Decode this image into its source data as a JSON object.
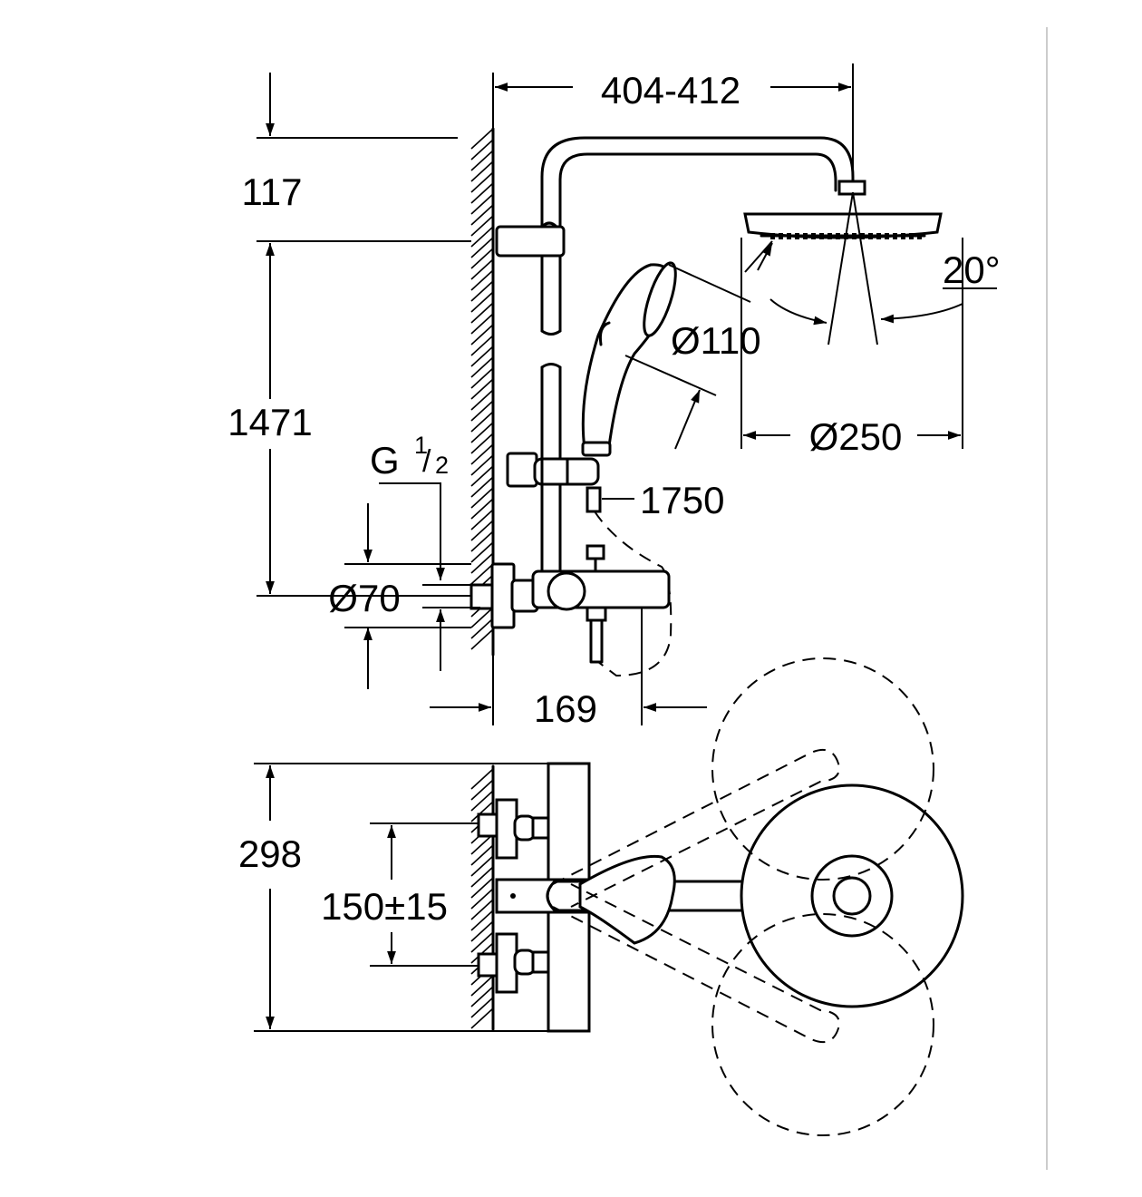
{
  "dimensions": {
    "arm_reach": "404-412",
    "top_offset": "117",
    "rail_height": "1471",
    "thread": "G",
    "thread_fraction_num": "1",
    "thread_fraction_den": "2",
    "pipe_diameter": "Ø70",
    "hose_length": "1750",
    "hand_shower_diameter": "Ø110",
    "head_shower_diameter": "Ø250",
    "tilt_angle": "20°",
    "mixer_depth": "169",
    "mixer_height": "298",
    "center_distance": "150±15"
  }
}
